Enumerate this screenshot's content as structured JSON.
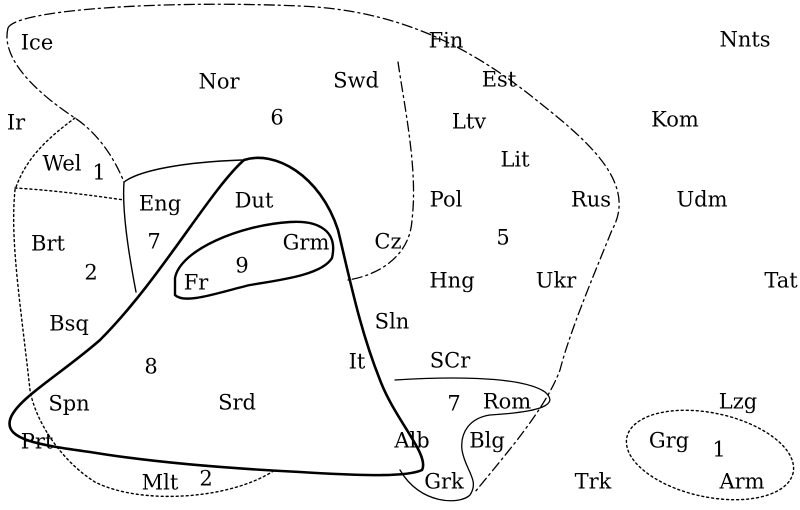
{
  "languages": {
    "ice": "Ice",
    "fin": "Fin",
    "nnts": "Nnts",
    "nor": "Nor",
    "swd": "Swd",
    "est": "Est",
    "ir": "Ir",
    "ltv": "Ltv",
    "kom": "Kom",
    "wel": "Wel",
    "lit": "Lit",
    "eng": "Eng",
    "dut": "Dut",
    "pol": "Pol",
    "rus": "Rus",
    "udm": "Udm",
    "brt": "Brt",
    "grm": "Grm",
    "cz": "Cz",
    "fr": "Fr",
    "hng": "Hng",
    "ukr": "Ukr",
    "tat": "Tat",
    "bsq": "Bsq",
    "sln": "Sln",
    "it": "It",
    "scr": "SCr",
    "spn": "Spn",
    "srd": "Srd",
    "rom": "Rom",
    "lzg": "Lzg",
    "prt": "Prt",
    "alb": "Alb",
    "blg": "Blg",
    "grg": "Grg",
    "mlt": "Mlt",
    "grk": "Grk",
    "trk": "Trk",
    "arm": "Arm"
  },
  "group_numbers": {
    "g6": "6",
    "g1_wel": "1",
    "g7_eng": "7",
    "g2": "2",
    "g9": "9",
    "g5": "5",
    "g8": "8",
    "g7_rom": "7",
    "g2_mlt": "2",
    "g1_grg": "1"
  }
}
